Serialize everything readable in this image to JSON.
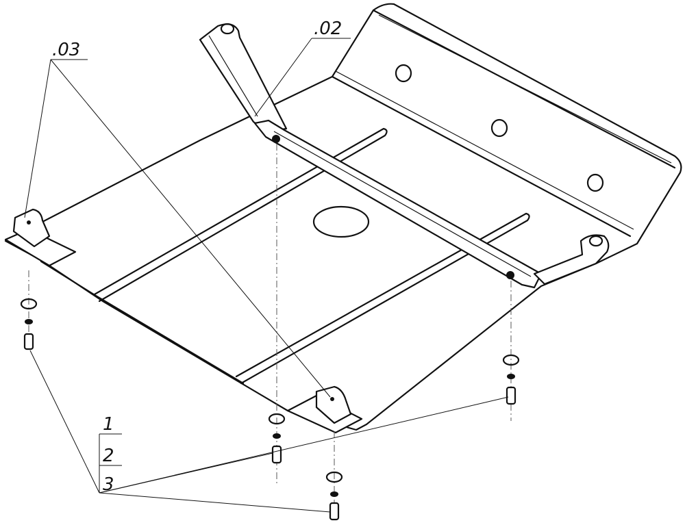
{
  "labels": {
    "part_02": ".02",
    "part_03": ".03",
    "part_1": "1",
    "part_2": "2",
    "part_3": "3"
  },
  "colors": {
    "line": "#111111",
    "background": "#ffffff"
  }
}
